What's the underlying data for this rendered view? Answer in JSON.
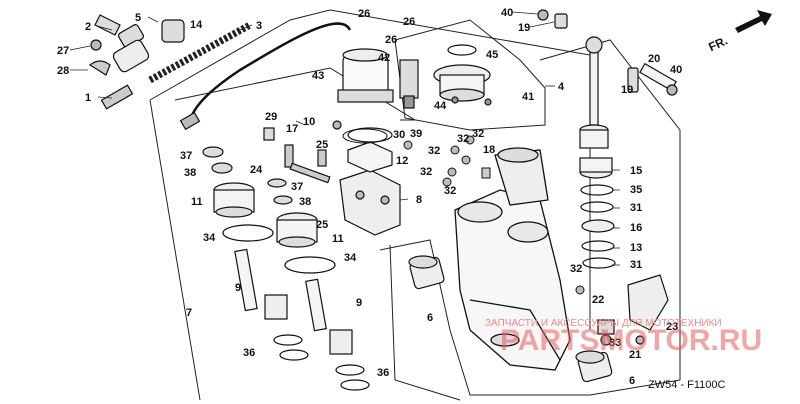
{
  "direction_label": "FR.",
  "diagram_code": "ZW54 - F1100C",
  "watermark": {
    "top_text": "ЗАПЧАСТИ И АКСЕССУАРЫ ДЛЯ МОТОТЕХНИКИ",
    "logo_text": "PARTSMOTOR.RU"
  },
  "callouts": [
    "1",
    "2",
    "3",
    "4",
    "5",
    "6",
    "7",
    "8",
    "9",
    "10",
    "11",
    "12",
    "13",
    "14",
    "15",
    "16",
    "17",
    "18",
    "19",
    "20",
    "21",
    "22",
    "23",
    "24",
    "25",
    "26",
    "27",
    "28",
    "29",
    "30",
    "31",
    "32",
    "33",
    "34",
    "35",
    "36",
    "37",
    "38",
    "39",
    "40",
    "41",
    "42",
    "43",
    "44",
    "45"
  ],
  "colors": {
    "line": "#1a1a1a",
    "watermark": "#e85d5d"
  }
}
